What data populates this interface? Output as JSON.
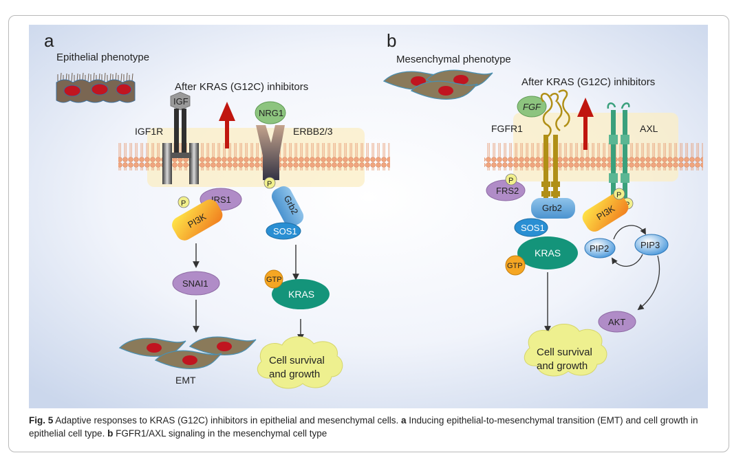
{
  "panel_a": {
    "letter": "a",
    "phenotype": "Epithelial phenotype",
    "after": "After KRAS (G12C) inhibitors",
    "igf": "IGF",
    "igf1r": "IGF1R",
    "nrg1": "NRG1",
    "erbb": "ERBB2/3",
    "p": "P",
    "irs1": "IRS1",
    "pi3k": "PI3K",
    "grb2": "Grb2",
    "sos1": "SOS1",
    "gtp": "GTP",
    "kras": "KRAS",
    "snai1": "SNAI1",
    "emt": "EMT",
    "cell_line1": "Cell survival",
    "cell_line2": "and growth"
  },
  "panel_b": {
    "letter": "b",
    "phenotype": "Mesenchymal phenotype",
    "after": "After KRAS (G12C) inhibitors",
    "fgf": "FGF",
    "fgfr1": "FGFR1",
    "axl": "AXL",
    "p": "P",
    "frs2": "FRS2",
    "grb2": "Grb2",
    "pi3k": "PI3K",
    "sos1": "SOS1",
    "kras": "KRAS",
    "gtp": "GTP",
    "pip2": "PIP2",
    "pip3": "PIP3",
    "akt": "AKT",
    "cell_line1": "Cell survival",
    "cell_line2": "and growth"
  },
  "caption": {
    "label": "Fig. 5",
    "text1": " Adaptive responses to KRAS (G12C) inhibitors in epithelial and mesenchymal cells. ",
    "a": "a",
    "text2": " Inducing epithelial-to-mesenchymal transition (EMT) and cell growth in epithelial cell type. ",
    "b": "b",
    "text3": " FGFR1/AXL signaling in the mesenchymal cell type"
  },
  "colors": {
    "membrane": "#f0a57e",
    "arrow_up": "#c0160f",
    "kras": "#14947a",
    "sos1": "#2a8fd3",
    "irs1": "#b08cc7",
    "snai1": "#b08cc7",
    "pip": "#3a8fd8",
    "fgfr1": "#b08f16",
    "axl": "#3aa07c"
  }
}
